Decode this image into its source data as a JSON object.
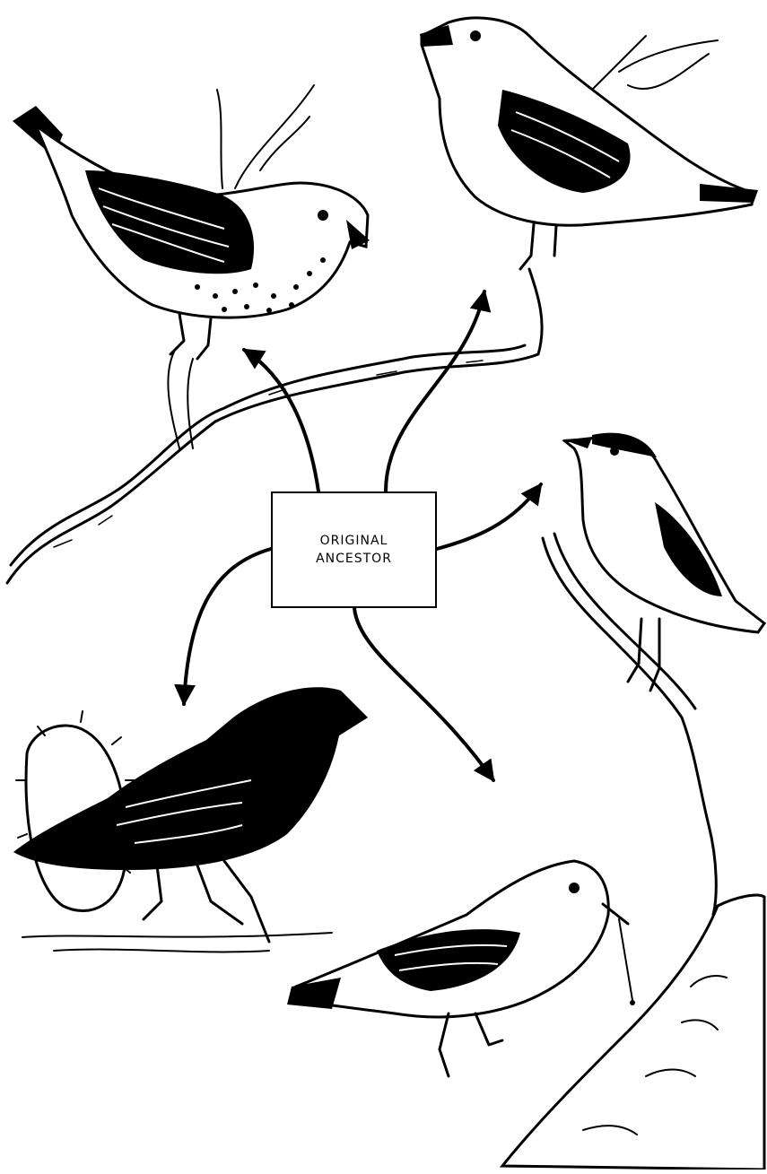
{
  "ancestor": {
    "line1": "ORIGINAL",
    "line2": "ANCESTOR"
  },
  "colors": {
    "ink": "#000000",
    "paper": "#ffffff"
  },
  "figures": [
    "spotted-finch-on-branch",
    "pale-finch-on-branch",
    "warbler-finch-on-twig",
    "ground-finch-with-cactus",
    "woodpecker-finch-with-spine"
  ]
}
